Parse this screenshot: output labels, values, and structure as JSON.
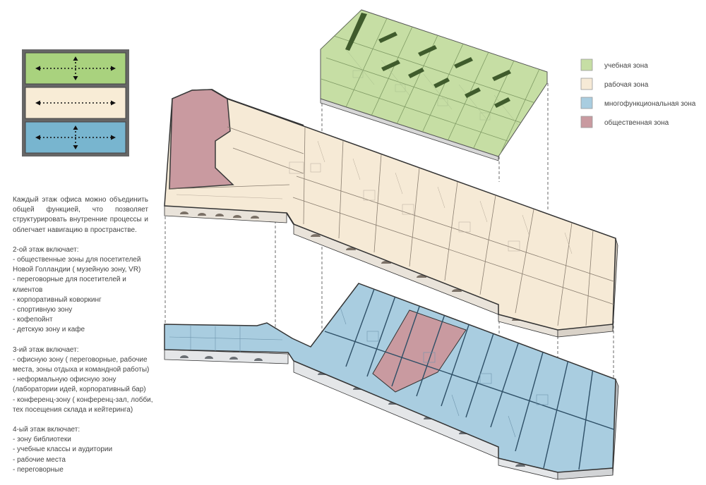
{
  "colors": {
    "study": "#c6dea4",
    "work": "#f6ead6",
    "multi": "#a9cde0",
    "public": "#c99aa0",
    "outline": "#3a3a3a"
  },
  "legend": [
    {
      "label": "учебная зона",
      "color": "#c6dea4"
    },
    {
      "label": "рабочая зона",
      "color": "#f6ead6"
    },
    {
      "label": "многофункциональная зона",
      "color": "#a9cde0"
    },
    {
      "label": "общественная зона",
      "color": "#c99aa0"
    }
  ],
  "description": {
    "intro": "Каждый этаж офиса можно объединить общей функцией, что позволяет структурировать внутренние процессы и облегчает навигацию в пространстве.",
    "sections": [
      {
        "heading": "2-ой этаж включает:",
        "lines": [
          "- общественные зоны для посетителей",
          "Новой Голландии ( музейную зону, VR)",
          "-  переговорные для посетителей и",
          "клиентов",
          "-  корпоративный коворкинг",
          "-   спортивную  зону",
          "-   кофепойнт",
          "-   детскую зону и кафе"
        ]
      },
      {
        "heading": "3-ий этаж включает:",
        "lines": [
          "- офисную зону ( переговорные, рабочие",
          "места, зоны отдыха и командной работы)",
          "- неформальную офисную зону",
          "(лаборатории идей, корпоративный бар)",
          "- конференц-зону ( конференц-зал, лобби,",
          "тех посещения склада и кейтеринга)"
        ]
      },
      {
        "heading": "4-ый этаж включает:",
        "lines": [
          "- зону библиотеки",
          "- учебные классы и аудитории",
          "- рабочие места",
          "- переговорные"
        ]
      }
    ]
  }
}
